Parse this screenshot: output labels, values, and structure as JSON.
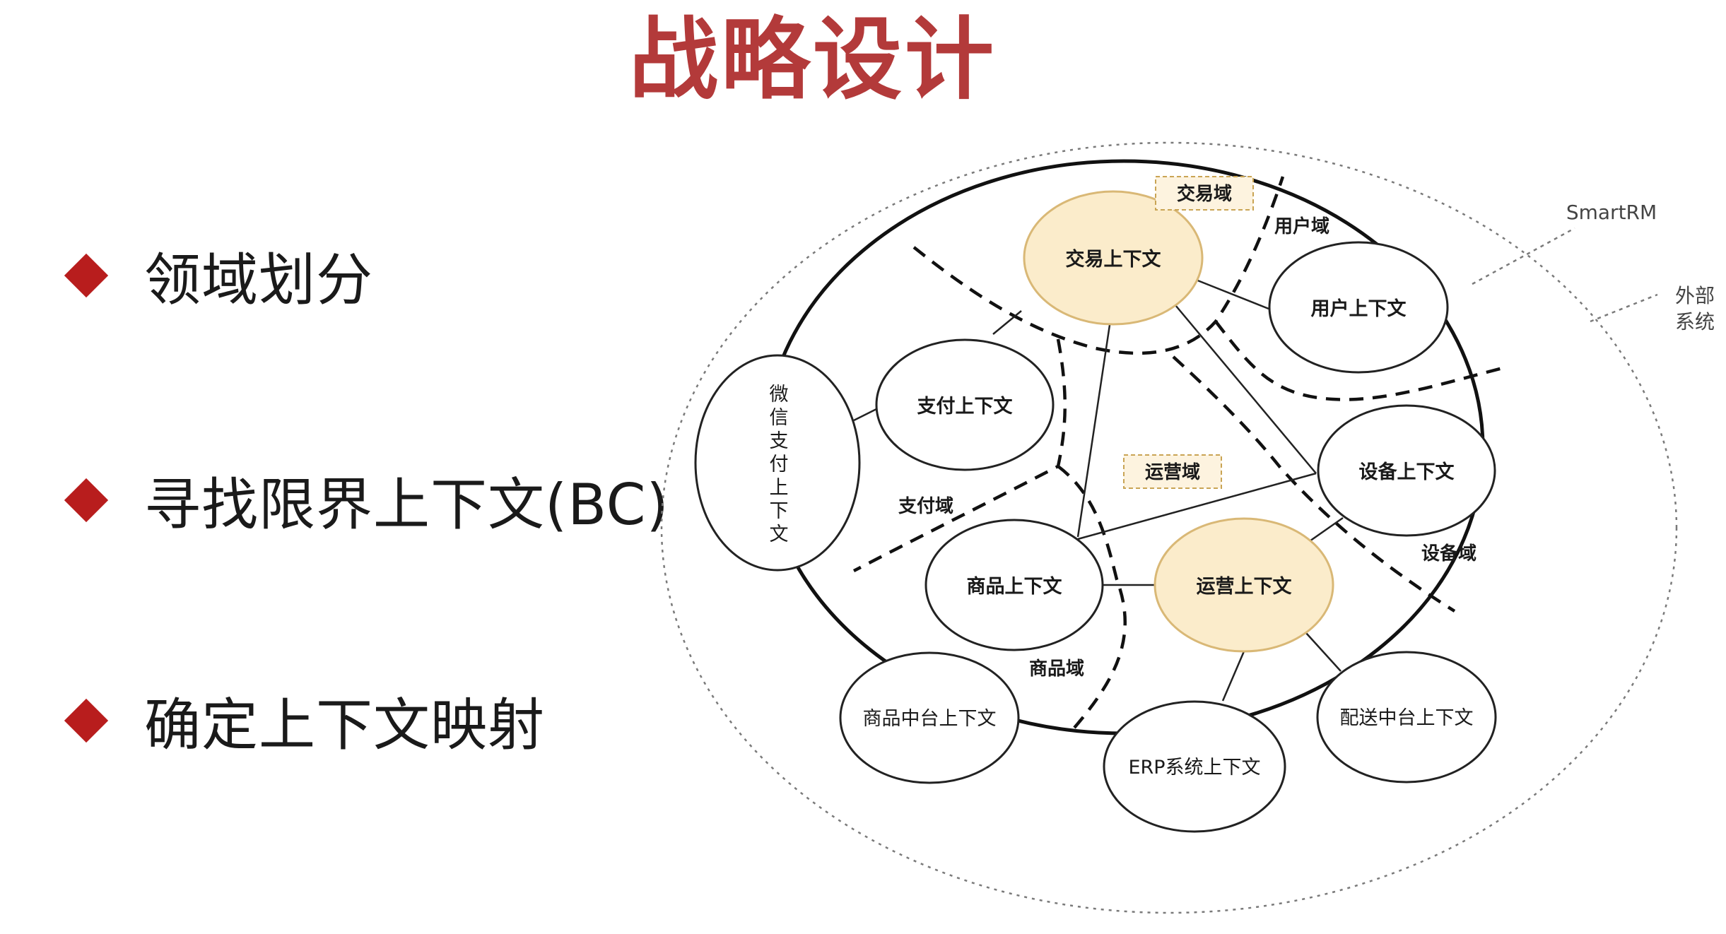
{
  "title": "战略设计",
  "colors": {
    "title": "#b33a3a",
    "bullet_marker": "#b81d1d",
    "core_context_fill": "#fbeccb",
    "core_context_stroke": "#d9b876",
    "domain_tag_fill": "#fdf3df",
    "domain_tag_stroke": "#c9a454"
  },
  "bullets": [
    {
      "text": "领域划分",
      "icon": "diamond-icon"
    },
    {
      "text": "寻找限界上下文(BC)",
      "icon": "diamond-icon"
    },
    {
      "text": "确定上下文映射",
      "icon": "diamond-icon"
    }
  ],
  "diagram": {
    "annotations": {
      "smartrm": "SmartRM",
      "external_line1": "外部",
      "external_line2": "系统"
    },
    "contexts": {
      "trade": "交易上下文",
      "user": "用户上下文",
      "payment": "支付上下文",
      "device": "设备上下文",
      "product": "商品上下文",
      "operation": "运营上下文"
    },
    "domains": {
      "trade": "交易域",
      "user": "用户域",
      "payment": "支付域",
      "operation": "运营域",
      "device": "设备域",
      "product": "商品域"
    },
    "external_contexts": {
      "wechat_pay": [
        "微",
        "信",
        "支",
        "付",
        "上",
        "下",
        "文"
      ],
      "product_platform": "商品中台上下文",
      "erp": "ERP系统上下文",
      "delivery_platform": "配送中台上下文"
    }
  }
}
